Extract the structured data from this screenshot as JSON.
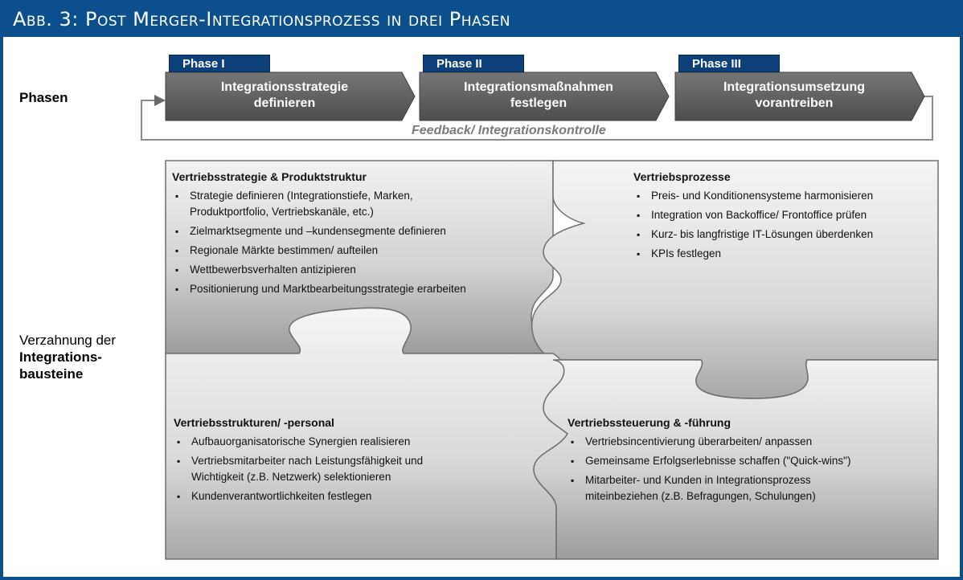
{
  "title": "Abb. 3: Post Merger-Integrationsprozess in drei Phasen",
  "labels": {
    "phasen": "Phasen",
    "verzahnung_line1": "Verzahnung der",
    "verzahnung_line2": "Integrations-",
    "verzahnung_line3": "bausteine"
  },
  "phases": [
    {
      "tag": "Phase I",
      "line1": "Integrationsstrategie",
      "line2": "definieren"
    },
    {
      "tag": "Phase II",
      "line1": "Integrationsmaßnahmen",
      "line2": "festlegen"
    },
    {
      "tag": "Phase III",
      "line1": "Integrationsumsetzung",
      "line2": "vorantreiben"
    }
  ],
  "feedback": "Feedback/ Integrationskontrolle",
  "pieces": {
    "top_left": {
      "title": "Vertriebsstrategie & Produktstruktur",
      "items": [
        "Strategie definieren (Integrationstiefe, Marken, Produktportfolio, Vertriebskanäle, etc.)",
        "Zielmarktsegmente und –kundensegmente definieren",
        "Regionale Märkte bestimmen/ aufteilen",
        "Wettbewerbsverhalten antizipieren",
        "Positionierung und Marktbearbeitungsstrategie erarbeiten"
      ]
    },
    "top_right": {
      "title": "Vertriebsprozesse",
      "items": [
        "Preis- und Konditionensysteme harmonisieren",
        "Integration von Backoffice/ Frontoffice prüfen",
        "Kurz- bis langfristige IT-Lösungen überdenken",
        "KPIs festlegen"
      ]
    },
    "bottom_left": {
      "title": "Vertriebsstrukturen/ -personal",
      "items": [
        "Aufbauorganisatorische Synergien realisieren",
        "Vertriebsmitarbeiter nach Leistungsfähigkeit und Wichtigkeit (z.B. Netzwerk) selektionieren",
        "Kundenverantwortlichkeiten festlegen"
      ]
    },
    "bottom_right": {
      "title": "Vertriebssteuerung & -führung",
      "items": [
        "Vertriebsincentivierung überarbeiten/ anpassen",
        "Gemeinsame Erfolgserlebnisse schaffen (\"Quick-wins\")",
        "Mitarbeiter- und Kunden in Integrationsprozess miteinbeziehen (z.B. Befragungen, Schulungen)"
      ]
    }
  },
  "colors": {
    "frame": "#0b4f8c",
    "tag": "#0d3f78",
    "arrow": "#5f5f5f",
    "piece_light": "#ececec",
    "piece_dark": "#9a9a9a"
  }
}
